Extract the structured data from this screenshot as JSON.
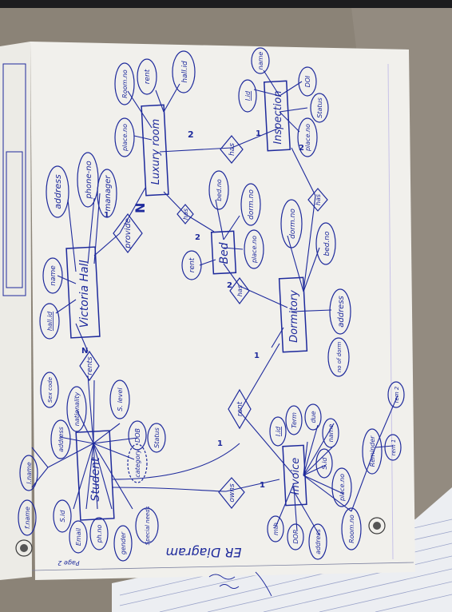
{
  "diagram": {
    "caption": "ER Diagram",
    "page_label": "Page 2",
    "entities": {
      "student": "Student",
      "victoria_hall": "Victoria Hall",
      "luxury_room": "Luxury room",
      "inspection": "Inspection",
      "bed": "Bed",
      "dormitory": "Dormitory",
      "invoice": "Invoice"
    },
    "relationships": {
      "rents": "rents",
      "provide": "provide",
      "has_luxury": "has",
      "has_room": "has",
      "has_bed": "has",
      "has_dorm": "has",
      "rent": "rent",
      "owns": "owns"
    },
    "cardinalities": {
      "n_big": "N",
      "two_a": "2",
      "two_b": "2",
      "two_c": "2",
      "two_d": "2",
      "one_a": "1",
      "one_b": "1",
      "one_c": "1",
      "one_d": "1",
      "one_e": "1",
      "n_small": "N"
    },
    "attributes": {
      "student_sid": "S.id",
      "student_email": "Email",
      "student_phno": "ph.no",
      "student_gender": "gender",
      "student_special": "Special needs",
      "student_address": "address",
      "student_nationality": "nationality",
      "student_category": "category",
      "student_slevel": "S. level",
      "student_dob": "DOB",
      "student_status": "Status",
      "student_fname": "f.name",
      "student_lname": "l.name",
      "student_sexcode": "Sex code",
      "hall_id": "hall.id",
      "hall_name": "name",
      "hall_address": "address",
      "hall_phone": "phone-no",
      "hall_manager": "manager",
      "lux_placeno": "place.no",
      "lux_roomno": "Room.no",
      "lux_rent": "rent",
      "lux_hallid": "hall.id",
      "insp_iid": "I.id",
      "insp_name": "name",
      "insp_doi": "DOI",
      "insp_placeno": "place.no",
      "insp_status": "Status",
      "bed_bedno": "bed.no",
      "bed_dormno": "dorm.no",
      "bed_rent": "rent",
      "bed_placeno": "place.no",
      "dorm_dormno": "dorm.no",
      "dorm_bedno": "bed.no",
      "dorm_address": "address",
      "dorm_noofdorm": "no of dorm",
      "inv_iid": "I.id",
      "inv_term": "Term",
      "inv_due": "due",
      "inv_name": "name",
      "inv_sid": "S.id",
      "inv_placeno": "place.no",
      "inv_roomno": "Room.no",
      "inv_mth": "mth",
      "inv_dop": "DOP",
      "inv_address": "address",
      "reminder": "Reminder",
      "rem1": "rem 1",
      "rem2": "rem 2"
    }
  }
}
